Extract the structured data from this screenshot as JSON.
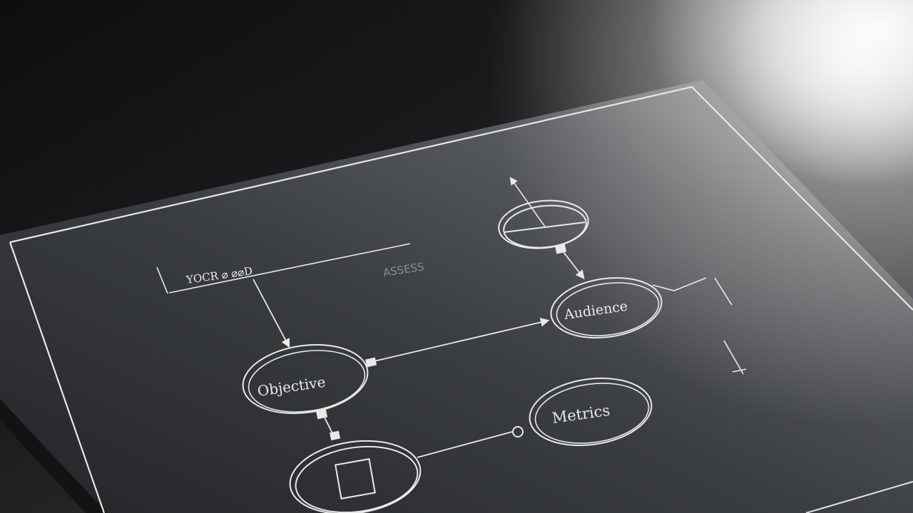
{
  "board": {
    "node_objective": "Objective",
    "node_audience": "Audience",
    "node_metrics": "Metrics",
    "header_text": "YOCR ⌀ ⌀⌀D",
    "faint_text": "ASSESS"
  },
  "colors": {
    "board": "#3a3d3f",
    "chalk": "#e8eaea",
    "highlight": "#f4f4f4"
  }
}
